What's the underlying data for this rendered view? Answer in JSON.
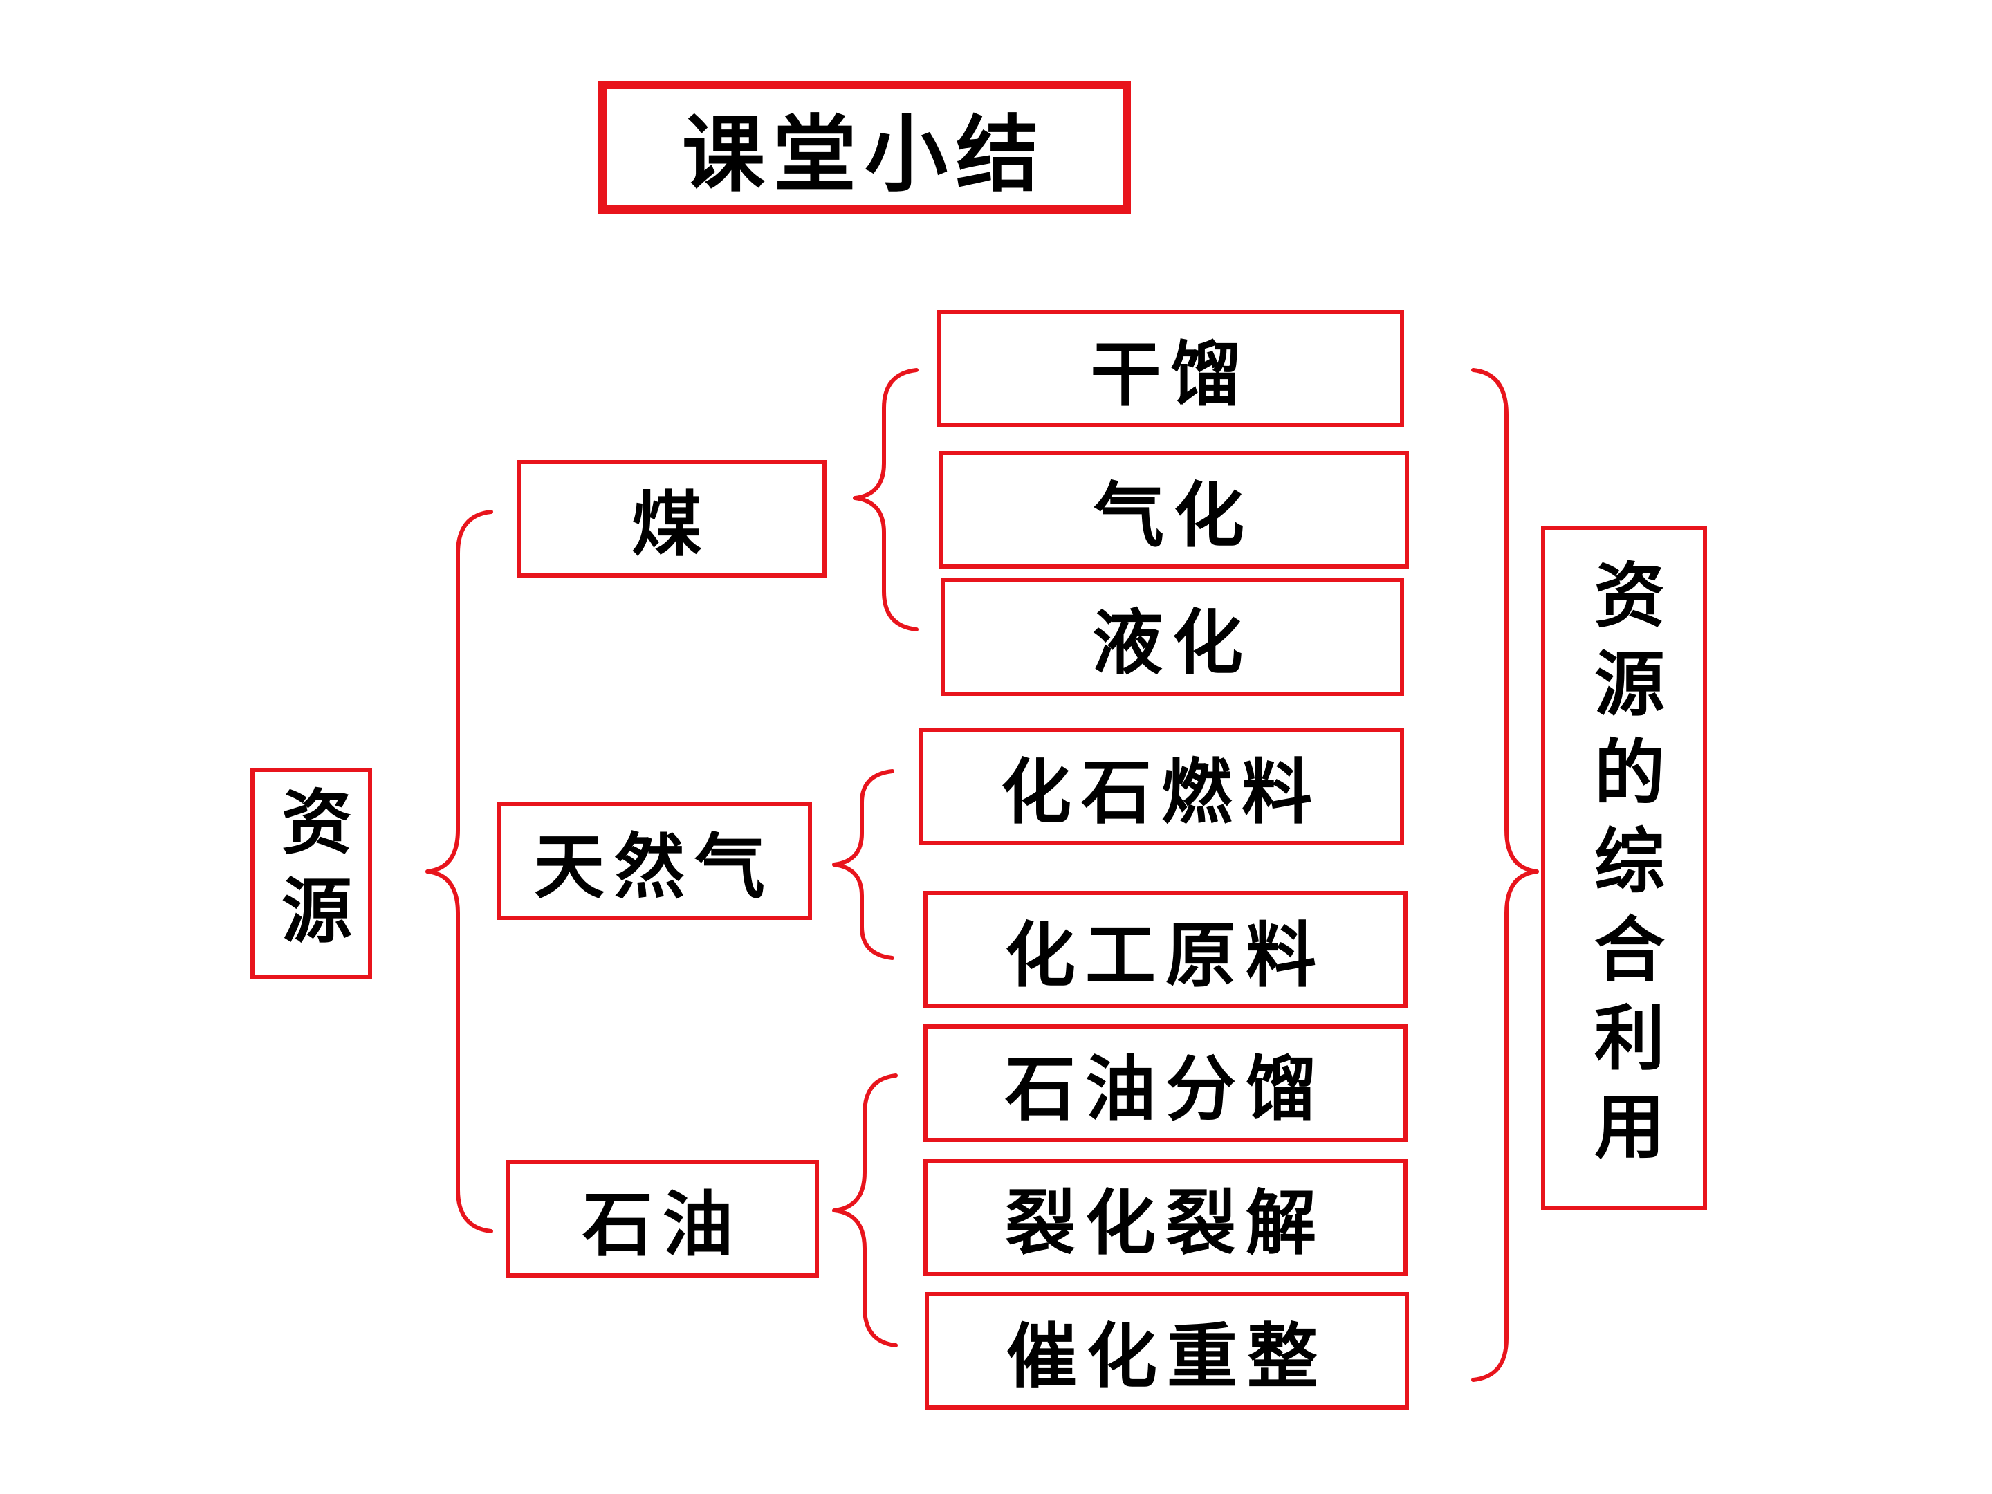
{
  "title": "课堂小结",
  "root": "资源",
  "sources": [
    {
      "name": "煤",
      "methods": [
        "干馏",
        "气化",
        "液化"
      ]
    },
    {
      "name": "天然气",
      "methods": [
        "化石燃料",
        "化工原料"
      ]
    },
    {
      "name": "石油",
      "methods": [
        "石油分馏",
        "裂化裂解",
        "催化重整"
      ]
    }
  ],
  "conclusion": "资源的综合利用",
  "colors": {
    "border": "#e8141c",
    "text": "#000000",
    "background": "#ffffff"
  }
}
